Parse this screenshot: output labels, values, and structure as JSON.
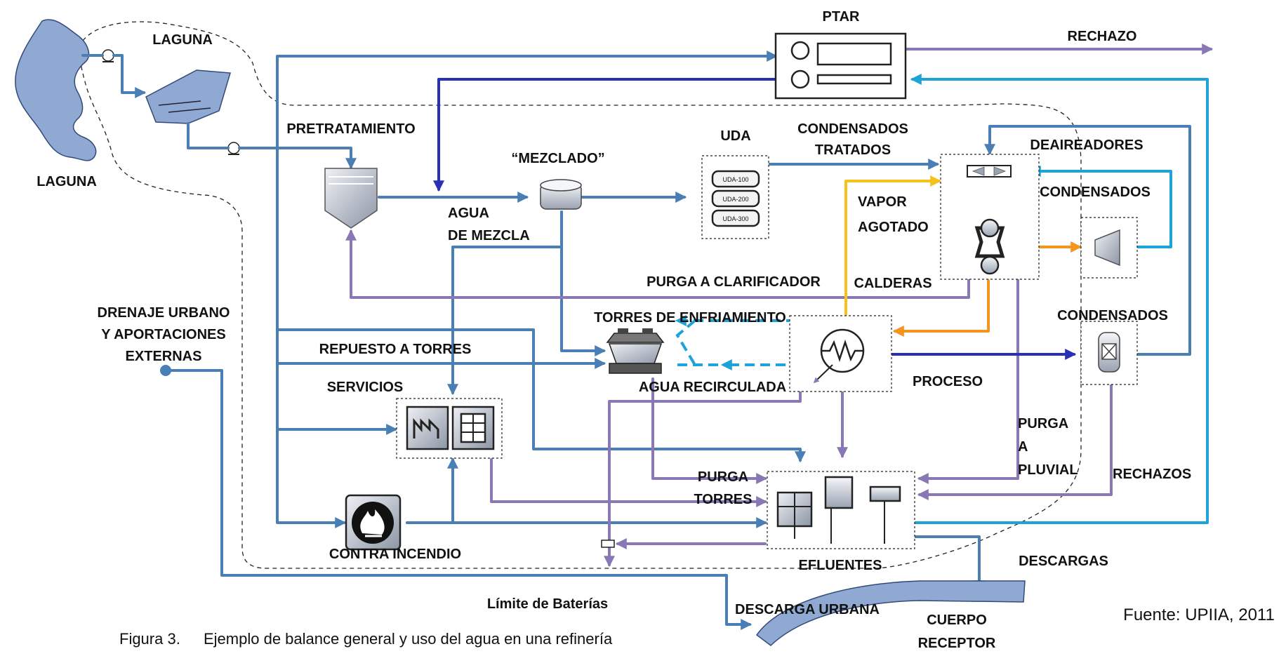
{
  "labels": {
    "laguna_top": "LAGUNA",
    "laguna_left": "LAGUNA",
    "ptar": "PTAR",
    "rechazo": "RECHAZO",
    "pretratamiento": "PRETRATAMIENTO",
    "uda": "UDA",
    "mezclado": "“MEZCLADO”",
    "condensados_tratados_1": "CONDENSADOS",
    "condensados_tratados_2": "TRATADOS",
    "deaireadores": "DEAIREADORES",
    "condensados_right": "CONDENSADOS",
    "agua_mezcla_1": "AGUA",
    "agua_mezcla_2": "DE MEZCLA",
    "vapor_agotado_1": "VAPOR",
    "vapor_agotado_2": "AGOTADO",
    "purga_clarificador": "PURGA A CLARIFICADOR",
    "calderas": "CALDERAS",
    "drenaje_1": "DRENAJE URBANO",
    "drenaje_2": "Y APORTACIONES",
    "drenaje_3": "EXTERNAS",
    "torres_enfriamiento": "TORRES DE ENFRIAMIENTO",
    "condensados_proceso": "CONDENSADOS",
    "repuesto_torres": "REPUESTO A TORRES",
    "agua_recirculada": "AGUA RECIRCULADA",
    "proceso": "PROCESO",
    "servicios": "SERVICIOS",
    "purga_pluvial_1": "PURGA",
    "purga_pluvial_2": "A",
    "purga_pluvial_3": "PLUVIAL",
    "rechazos": "RECHAZOS",
    "purga_torres_1": "PURGA",
    "purga_torres_2": "TORRES",
    "contra_incendio": "CONTRA INCENDIO",
    "efluentes": "EFLUENTES",
    "descargas": "DESCARGAS",
    "limite_baterias": "Límite de Baterías",
    "descarga_urbana": "DESCARGA URBANA",
    "cuerpo_receptor_1": "CUERPO",
    "cuerpo_receptor_2": "RECEPTOR",
    "fuente": "Fuente: UPIIA, 2011",
    "figura": "Figura 3.",
    "caption": "Ejemplo de balance general y uso del agua en una refinería"
  },
  "uda_units": [
    "UDA-100",
    "UDA-200",
    "UDA-300"
  ],
  "colors": {
    "water": "#4a7fb5",
    "purge": "#8a78b5",
    "dark_blue": "#2a2fb8",
    "light_blue": "#1ea3d8",
    "steam": "#f6c21a",
    "condensate": "#f5941e",
    "lake_fill": "#8fa9d3"
  },
  "icons": [
    "pump-icon",
    "clarifier-icon",
    "tank-icon",
    "heat-exchanger-icon",
    "boiler-icon",
    "turbine-icon",
    "cooling-tower-icon",
    "factory-icon",
    "fire-icon",
    "vessel-icon",
    "effluent-icon"
  ]
}
